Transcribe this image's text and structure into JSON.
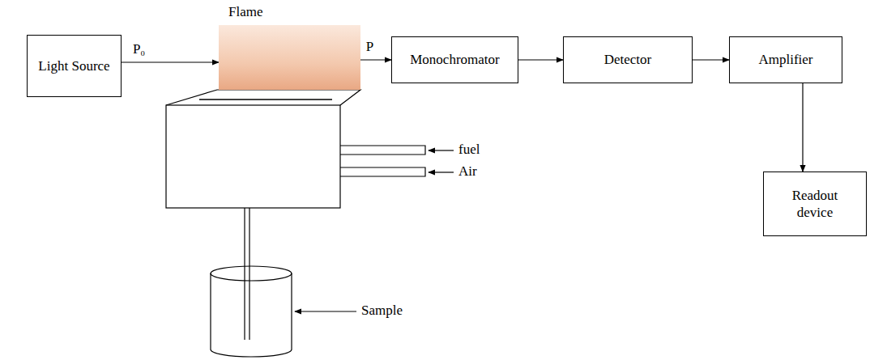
{
  "diagram": {
    "nodes": [
      {
        "text": [
          "Light Source"
        ]
      },
      {
        "text": [
          "Flame"
        ]
      },
      {
        "text": [
          "Monochromator"
        ]
      },
      {
        "text": [
          "Detector"
        ]
      },
      {
        "text": [
          "Amplifier"
        ]
      },
      {
        "text": [
          "Readout device"
        ]
      }
    ],
    "edges": [
      {
        "from": 0,
        "to": 1,
        "label": "P₀",
        "arrow": "to"
      },
      {
        "from": 1,
        "to": 2,
        "label": "P",
        "arrow": "to"
      },
      {
        "from": 2,
        "to": 3,
        "arrow": "to"
      },
      {
        "from": 3,
        "to": 4,
        "arrow": "to"
      },
      {
        "from": 4,
        "to": 5,
        "arrow": "to"
      }
    ],
    "labels": [
      "fuel",
      "Air",
      "Sample"
    ]
  }
}
